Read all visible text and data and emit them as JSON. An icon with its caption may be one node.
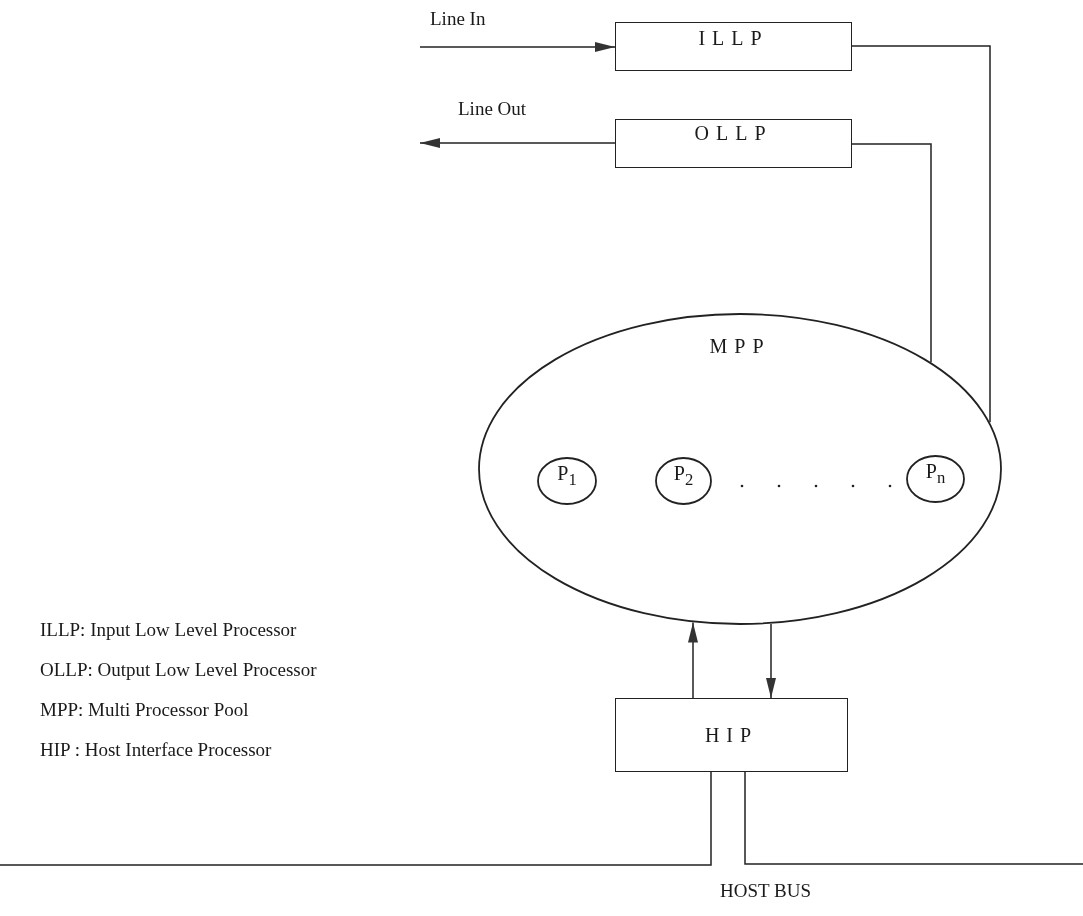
{
  "diagram": {
    "nodes": [
      {
        "text": [
          "ILLP"
        ]
      },
      {
        "text": [
          "OLLP"
        ]
      },
      {
        "text": [
          "MPP"
        ]
      },
      {
        "text": [
          "P$_{1}$"
        ],
        "in": 2
      },
      {
        "text": [
          "P$_{2}$"
        ],
        "in": 2
      },
      {
        "text": [
          "P$_{n}$"
        ],
        "in": 2
      },
      {
        "text": [
          "HIP"
        ]
      }
    ],
    "edges": [
      {
        "from": null,
        "to": 0,
        "arrow": "to",
        "label": "Line In"
      },
      {
        "from": 1,
        "to": null,
        "arrow": "to",
        "label": "Line Out"
      },
      {
        "from": 0,
        "to": 2,
        "arrow": "none"
      },
      {
        "from": 1,
        "to": 2,
        "arrow": "none"
      },
      {
        "from": 6,
        "to": 2,
        "arrow": "to"
      },
      {
        "from": 2,
        "to": 6,
        "arrow": "to"
      }
    ],
    "labels": [
      "ILLP: Input Low Level Processor",
      "OLLP: Output Low Level Processor",
      "MPP: Multi Processor Pool",
      "HIP : Host Interface Processor",
      "HOST BUS"
    ]
  }
}
